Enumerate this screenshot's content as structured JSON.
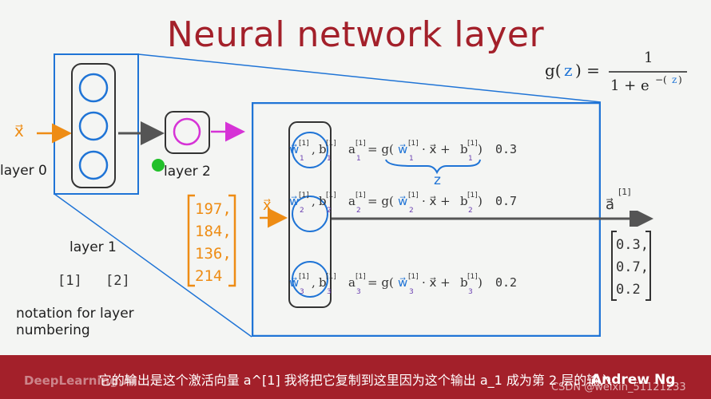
{
  "title": "Neural network layer",
  "sigmoid": {
    "lhs": "g(",
    "z": "z",
    "rhs": ") =",
    "num": "1",
    "den": "1 + e",
    "exp_open": "−(",
    "exp_z": "z",
    "exp_close": ")"
  },
  "left_diagram": {
    "input_label": "x⃗",
    "layer0": "layer 0",
    "layer1": "layer 1",
    "layer2": "layer 2",
    "notation1": "[1]",
    "notation2": "[2]",
    "notation_caption_line1": "notation for layer",
    "notation_caption_line2": "numbering"
  },
  "handwritten_input": {
    "line1": "197,",
    "line2": "184,",
    "line3": "136,",
    "line4": "214"
  },
  "zoom": {
    "input_label": "x⃗",
    "output_label": "a⃗",
    "output_sup": "[1]",
    "units": [
      {
        "w": "w⃗",
        "wsup": "[1]",
        "wsub": "1",
        "b": "b",
        "bsup": "[1]",
        "bsub": "1",
        "a": "a",
        "asup": "[1]",
        "asub": "1",
        "eq": "= g(",
        "w2": "w⃗",
        "w2sup": "[1]",
        "w2sub": "1",
        "dot": "· x⃗ +",
        "b2": "b",
        "b2sup": "[1]",
        "b2sub": "1",
        "close": ")",
        "value": "0.3"
      },
      {
        "w": "w⃗",
        "wsup": "[1]",
        "wsub": "2",
        "b": "b",
        "bsup": "[1]",
        "bsub": "2",
        "a": "a",
        "asup": "[1]",
        "asub": "2",
        "eq": "= g(",
        "w2": "w⃗",
        "w2sup": "[1]",
        "w2sub": "2",
        "dot": "· x⃗ +",
        "b2": "b",
        "b2sup": "[1]",
        "b2sub": "2",
        "close": ")",
        "value": "0.7"
      },
      {
        "w": "w⃗",
        "wsup": "[1]",
        "wsub": "3",
        "b": "b",
        "bsup": "[1]",
        "bsub": "3",
        "a": "a",
        "asup": "[1]",
        "asub": "3",
        "eq": "= g(",
        "w2": "w⃗",
        "w2sup": "[1]",
        "w2sub": "3",
        "dot": "· x⃗ +",
        "b2": "b",
        "b2sup": "[1]",
        "b2sub": "3",
        "close": ")",
        "value": "0.2"
      }
    ],
    "z_label": "z",
    "output_vector": [
      "0.3,",
      "0.7,",
      "0.2"
    ]
  },
  "subtitle": "它的输出是这个激活向量 a^[1] 我将把它复制到这里因为这个输出 a_1 成为第 2 层的输入",
  "brand": "DeepLearning.AI",
  "author": "Andrew Ng",
  "watermark": "CSDN @weixin_51121233",
  "colors": {
    "title": "#a3202a",
    "blue": "#1f74d6",
    "orange": "#ee8c14",
    "magenta": "#d633d6",
    "green": "#22c02a",
    "purple": "#6a3fb0",
    "bar": "#a3202a"
  }
}
